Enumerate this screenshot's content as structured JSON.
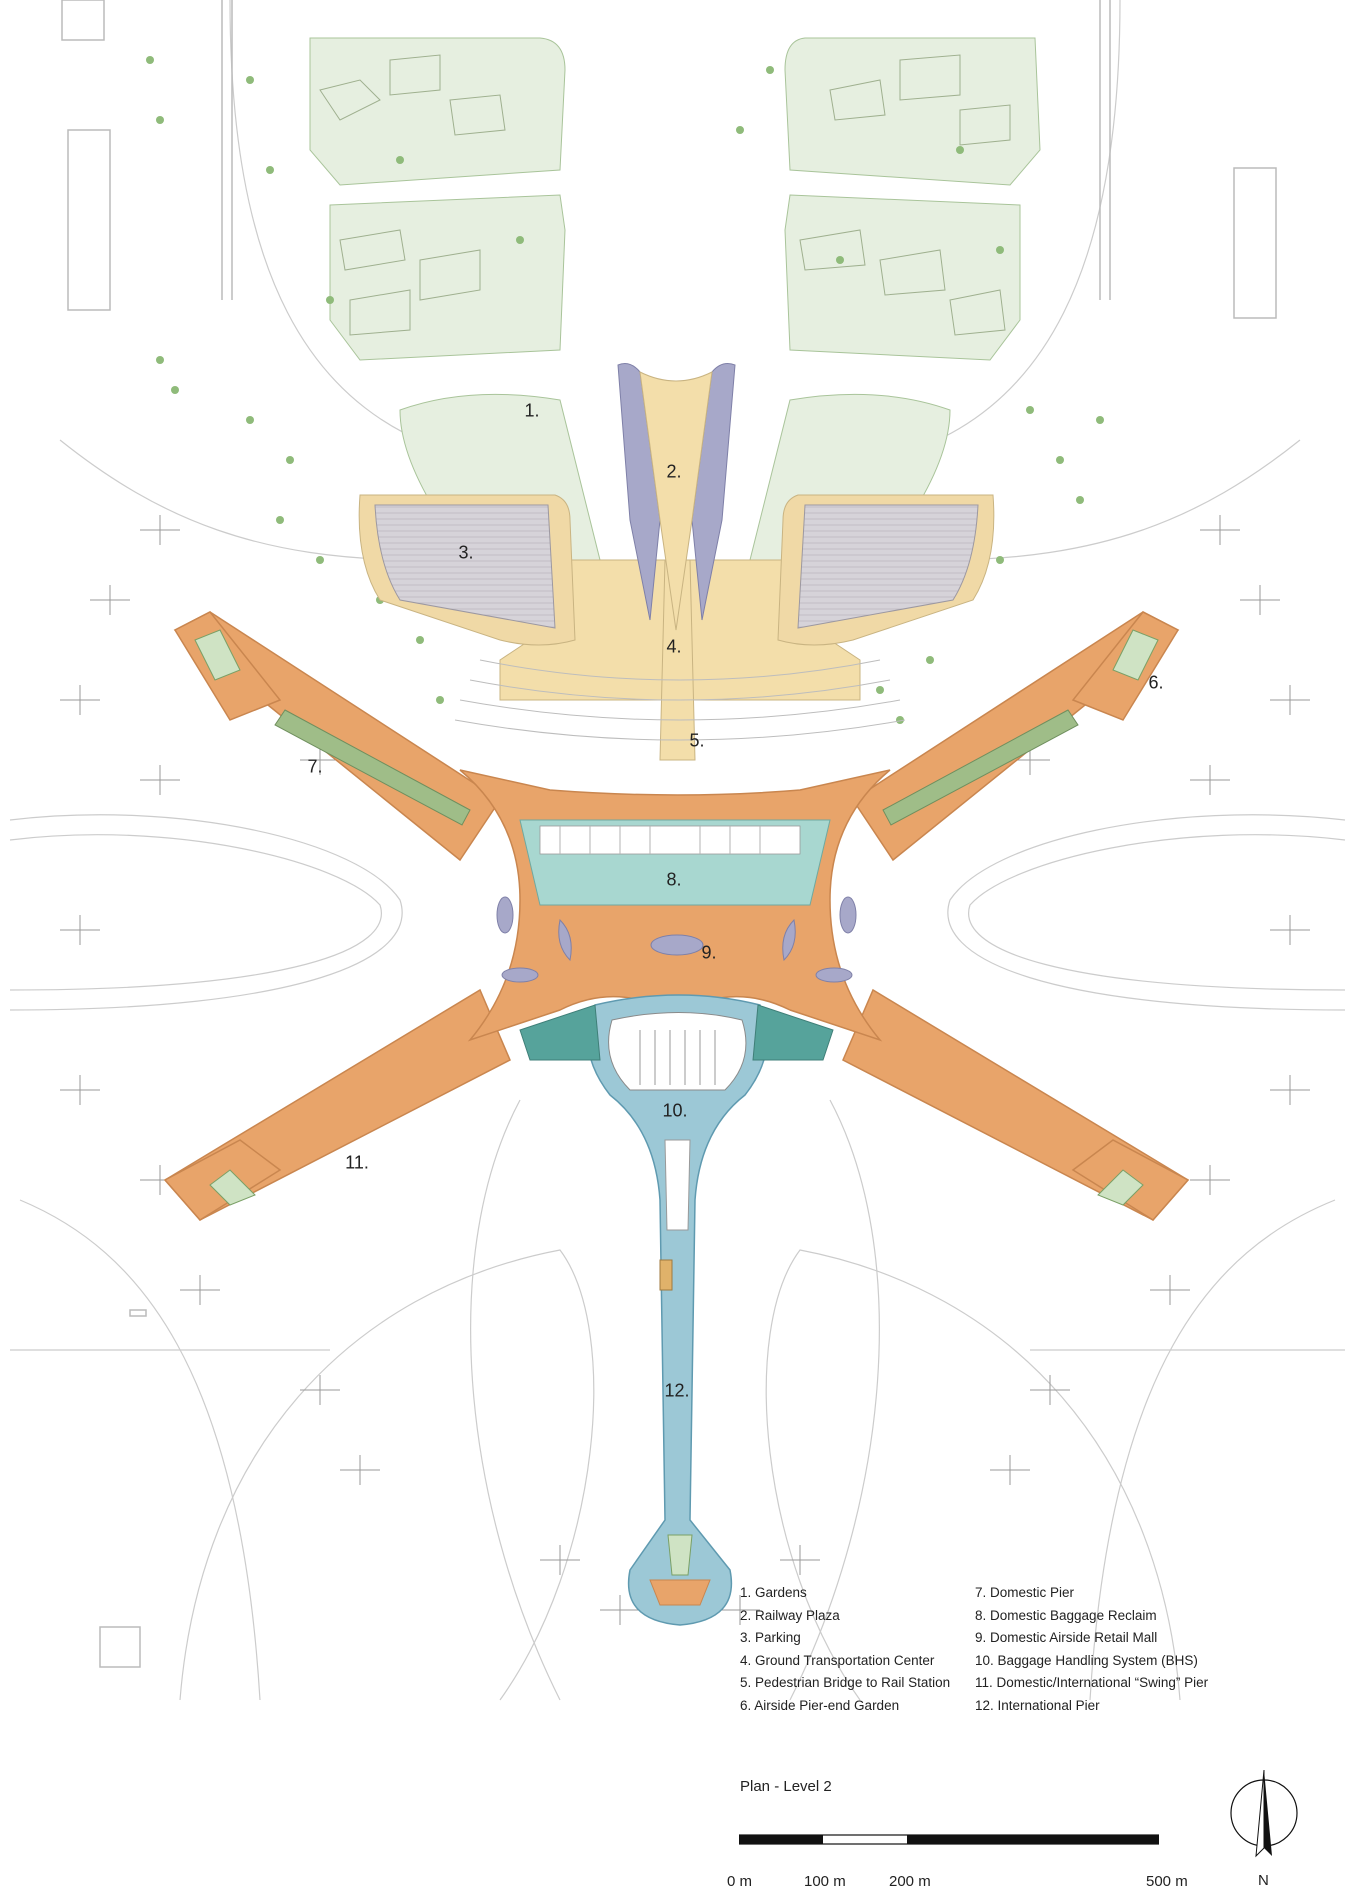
{
  "labels": [
    {
      "id": "1",
      "text": "1."
    },
    {
      "id": "2",
      "text": "2."
    },
    {
      "id": "3",
      "text": "3."
    },
    {
      "id": "4",
      "text": "4."
    },
    {
      "id": "5",
      "text": "5."
    },
    {
      "id": "6",
      "text": "6."
    },
    {
      "id": "7",
      "text": "7."
    },
    {
      "id": "8",
      "text": "8."
    },
    {
      "id": "9",
      "text": "9."
    },
    {
      "id": "10",
      "text": "10."
    },
    {
      "id": "11",
      "text": "11."
    },
    {
      "id": "12",
      "text": "12."
    }
  ],
  "legend": {
    "left": [
      "1. Gardens",
      "2. Railway Plaza",
      "3. Parking",
      "4. Ground Transportation Center",
      "5. Pedestrian Bridge to Rail Station",
      "6. Airside Pier-end Garden"
    ],
    "right": [
      "7. Domestic Pier",
      "8. Domestic Baggage Reclaim",
      "9. Domestic Airside Retail Mall",
      "10. Baggage Handling System (BHS)",
      "11. Domestic/International “Swing” Pier",
      "12. International Pier"
    ]
  },
  "plan_title": "Plan - Level 2",
  "scale": {
    "labels": [
      "0 m",
      "100 m",
      "200 m",
      "500 m"
    ]
  },
  "north": "N",
  "colors": {
    "pier": "#e8a46a",
    "pier_stroke": "#c9864f",
    "international": "#9cc8d6",
    "reclaim": "#a8d7d0",
    "landside": "#f3deaa",
    "garden": "#e6efe0",
    "garden_stroke": "#a9c49a",
    "tree": "#7fb06c",
    "parking": "#d9d6da",
    "parking_edge": "#f0d9a6",
    "purple": "#a7a8c9",
    "green_band": "#8fae78",
    "apron_line": "#cfcfcf"
  }
}
